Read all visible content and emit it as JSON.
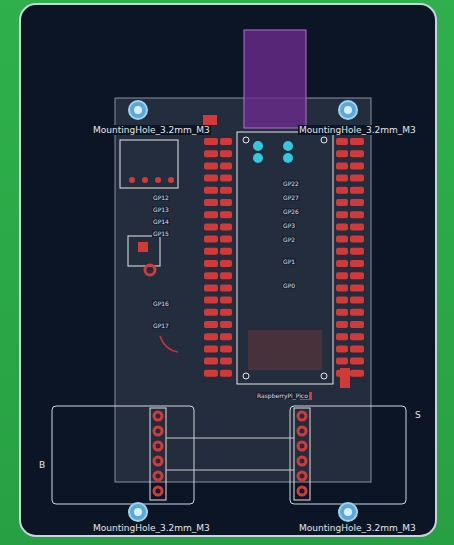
{
  "diagram": {
    "labels": [
      "MountingHole_3.2mm_M3",
      "MountingHole_3.2mm_M3",
      "MountingHole_3.2mm_M3",
      "MountingHole_3.2mm_M3",
      "GP12",
      "GP13",
      "GP14",
      "GP15",
      "GP16",
      "GP17",
      "GP22",
      "GP27",
      "GP26",
      "GP3",
      "GP2",
      "GP1",
      "GP0",
      "RaspberryPi_Pico",
      "B",
      "S"
    ]
  }
}
